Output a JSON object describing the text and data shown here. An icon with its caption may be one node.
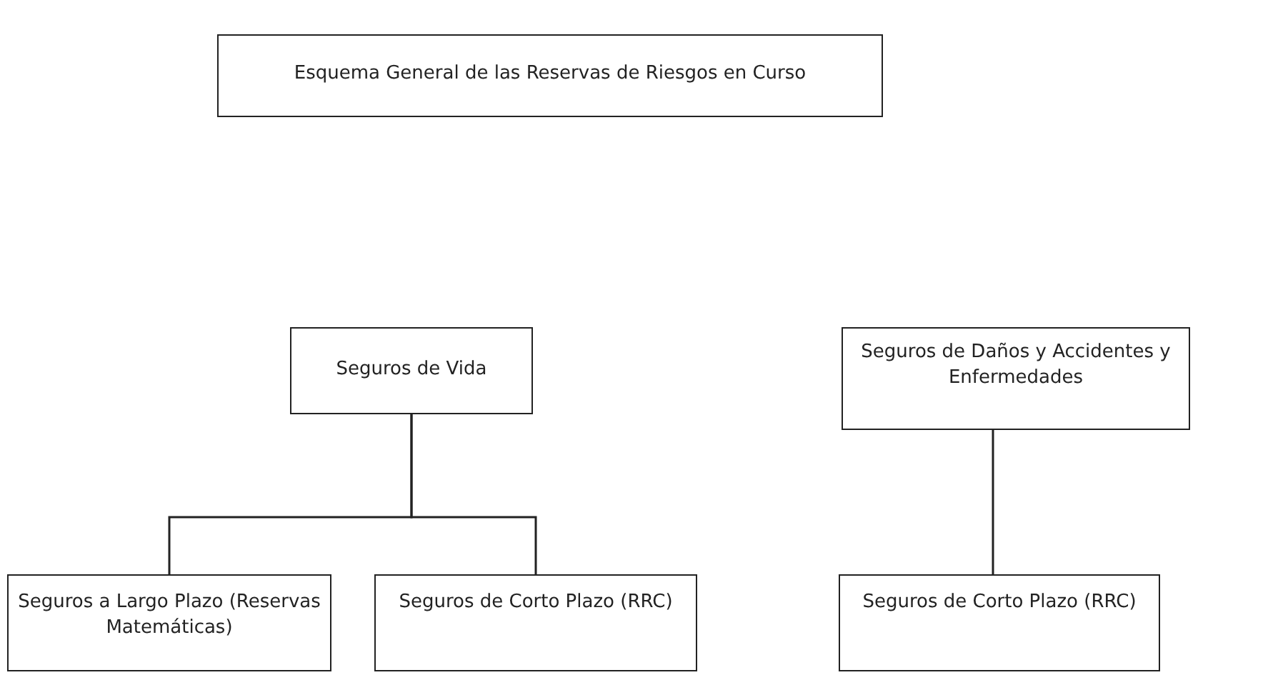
{
  "diagram": {
    "nodes": [
      {
        "text": [
          "Esquema General de las Reservas de Riesgos en Curso"
        ]
      },
      {
        "text": [
          "Seguros de Vida"
        ]
      },
      {
        "text": [
          "Seguros de Daños y Accidentes y Enfermedades"
        ]
      },
      {
        "text": [
          "Seguros a Largo Plazo (Reservas Matemáticas)"
        ]
      },
      {
        "text": [
          "Seguros de Corto Plazo (RRC)"
        ]
      },
      {
        "text": [
          "Seguros de Corto Plazo (RRC)"
        ]
      }
    ],
    "edges": [
      {
        "from": 1,
        "to": 3,
        "arrow": "none"
      },
      {
        "from": 1,
        "to": 4,
        "arrow": "none"
      },
      {
        "from": 2,
        "to": 5,
        "arrow": "none"
      }
    ]
  }
}
